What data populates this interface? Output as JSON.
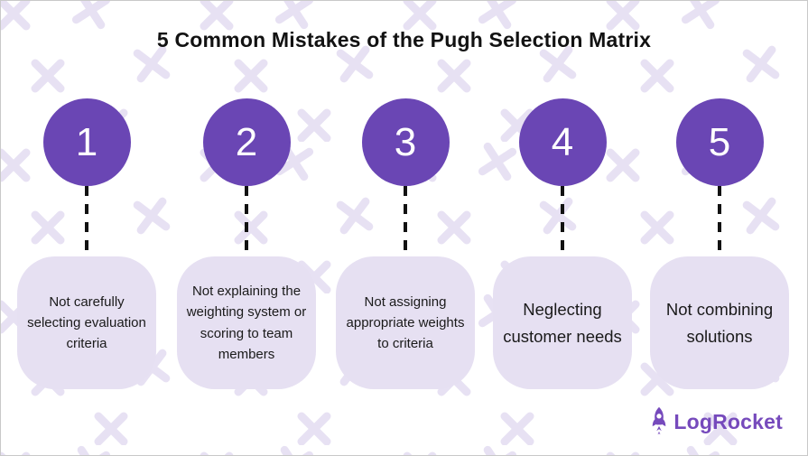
{
  "title": "5 Common Mistakes of the Pugh Selection Matrix",
  "steps": [
    {
      "number": "1",
      "text": "Not carefully selecting evaluation criteria"
    },
    {
      "number": "2",
      "text": "Not explaining the weighting system or scoring to team members"
    },
    {
      "number": "3",
      "text": "Not assigning appropriate weights to criteria"
    },
    {
      "number": "4",
      "text": "Neglecting customer needs"
    },
    {
      "number": "5",
      "text": "Not combining solutions"
    }
  ],
  "logo": {
    "text": "LogRocket",
    "icon": "rocket-icon"
  },
  "colors": {
    "circle": "#6A46B4",
    "box_fill": "#E6E0F2",
    "pattern": "#E7E1F3",
    "logo": "#764ABC",
    "connector": "#121212",
    "title_text": "#121212",
    "box_text": "#1A1A1A",
    "background": "#FFFFFF"
  }
}
